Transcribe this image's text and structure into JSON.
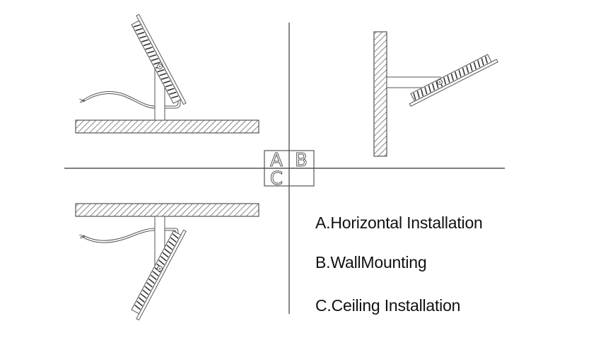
{
  "diagram": {
    "title": "Floodlight installation methods",
    "quadrant_key": {
      "top_left": "A",
      "top_right": "B",
      "bottom_left": "C",
      "bottom_right": ""
    },
    "legend": [
      {
        "key": "A.",
        "label": "Horizontal Installation"
      },
      {
        "key": "B.",
        "label": "WallMounting"
      },
      {
        "key": "C.",
        "label": "Ceiling Installation"
      }
    ],
    "colors": {
      "line": "#555555",
      "text": "#111111",
      "background": "#ffffff"
    }
  }
}
